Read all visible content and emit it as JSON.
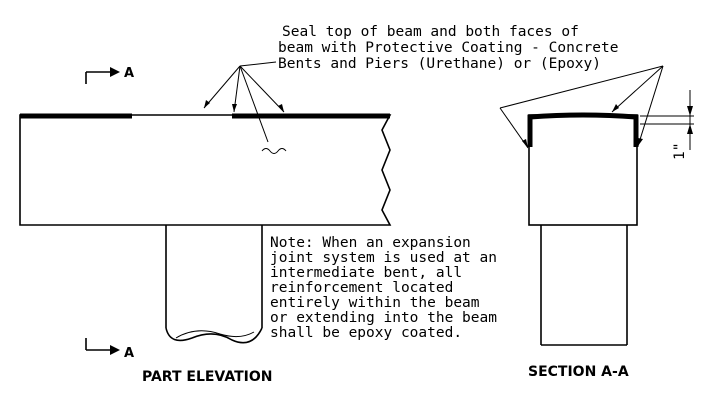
{
  "callout": {
    "lines": [
      "Seal top of beam and both faces of",
      "beam with Protective Coating - Concrete",
      "Bents and Piers (Urethane) or (Epoxy)"
    ]
  },
  "note": {
    "lines": [
      "Note:  When an expansion",
      "joint system is used at an",
      "intermediate bent, all",
      "reinforcement located",
      "entirely within the beam",
      "or extending into the beam",
      "shall be epoxy coated."
    ]
  },
  "section_marker_label": "A",
  "dimension_label": "1\"",
  "titles": {
    "part_elevation": "PART ELEVATION",
    "section": "SECTION A-A"
  }
}
